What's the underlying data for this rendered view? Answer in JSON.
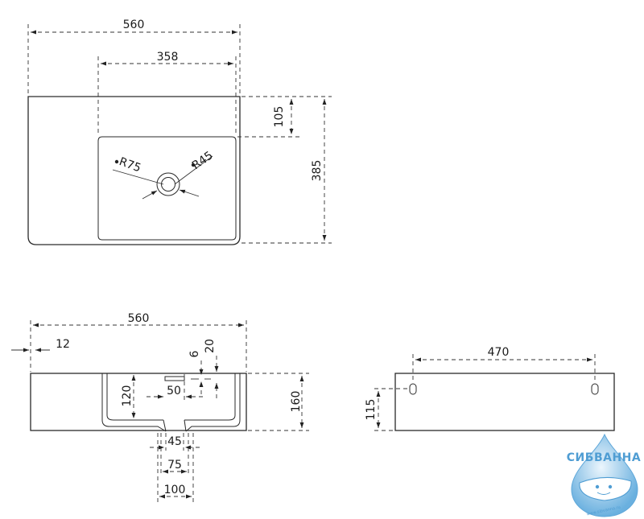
{
  "dimensions": {
    "top_width": "560",
    "top_inner_width": "358",
    "top_depth": "385",
    "top_inset": "105",
    "hole_left_radius": "R75",
    "hole_right_radius": "R45",
    "front_width": "560",
    "front_wall": "12",
    "front_basin_depth": "120",
    "front_height": "160",
    "front_overflow_len": "50",
    "front_overflow_h": "6",
    "front_overflow_top": "20",
    "drain_45": "45",
    "drain_75": "75",
    "drain_100": "100",
    "side_width": "470",
    "side_mount_height": "115"
  },
  "watermark": {
    "brand": "СИБВАННА",
    "site": "www.sibvanna.ru"
  },
  "colors": {
    "line": "#2a2a2a",
    "brand": "#3d93cf"
  }
}
